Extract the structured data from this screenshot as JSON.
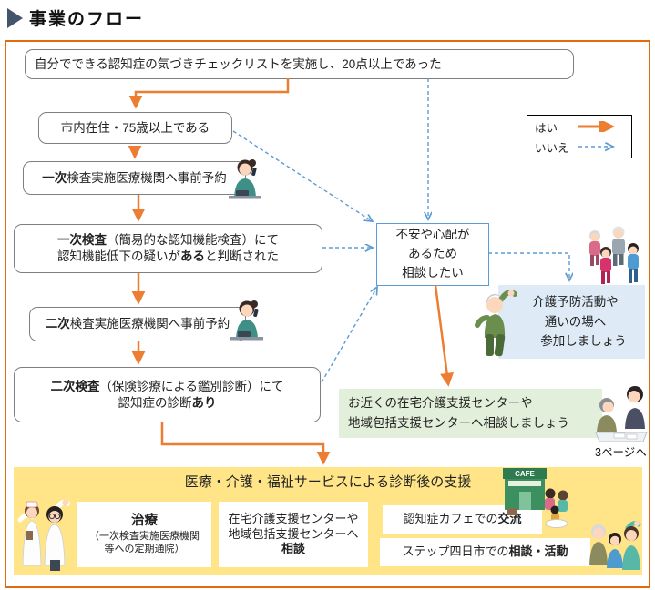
{
  "title": "事業のフロー",
  "legend": {
    "yes_label": "はい",
    "no_label": "いいえ"
  },
  "colors": {
    "accent_orange": "#ED7D31",
    "accent_blue": "#5B9BD5",
    "outer_border": "#E16B0E",
    "box_border": "#7F7F7F",
    "panel_yellow": "#FFE587",
    "panel_green": "#E2EFDA",
    "panel_lightblue": "#DEEBF7",
    "title_marker": "#44546A"
  },
  "flow": {
    "checklist": "自分でできる認知症の気づきチェックリストを実施し、20点以上であった",
    "resident": "市内在住・75歳以上である",
    "reserve1": [
      {
        "text": "一次",
        "bold": true
      },
      {
        "text": "検査実施医療機関へ事前予約",
        "bold": false
      }
    ],
    "exam1_line1": [
      {
        "text": "一次検査",
        "bold": true
      },
      {
        "text": "（簡易的な認知機能検査）にて",
        "bold": false
      }
    ],
    "exam1_line2": [
      {
        "text": "認知機能低下の疑いが",
        "bold": false
      },
      {
        "text": "ある",
        "bold": true
      },
      {
        "text": "と判断された",
        "bold": false
      }
    ],
    "reserve2": [
      {
        "text": "二次",
        "bold": true
      },
      {
        "text": "検査実施医療機関へ事前予約",
        "bold": false
      }
    ],
    "exam2_line1": [
      {
        "text": "二次検査",
        "bold": true
      },
      {
        "text": "（保険診療による鑑別診断）にて",
        "bold": false
      }
    ],
    "exam2_line2": [
      {
        "text": "認知症の診断",
        "bold": false
      },
      {
        "text": "あり",
        "bold": true
      }
    ],
    "consult_lines": [
      "不安や心配が",
      "あるため",
      "相談したい"
    ],
    "kaigo_lines": [
      "介護予防活動や",
      "通いの場へ",
      "参加しましょう"
    ],
    "green_lines": [
      "お近くの在宅介護支援センターや",
      "地域包括支援センターへ相談しましょう"
    ],
    "page_note": "3ページへ"
  },
  "support_panel": {
    "header": "医療・介護・福祉サービスによる診断後の支援",
    "treatment_title": "治療",
    "treatment_sub1": "（一次検査実施医療機関",
    "treatment_sub2": "等への定期通院）",
    "soudan_line1": "在宅介護支援センターや",
    "soudan_line2": "地域包括支援センターへ",
    "soudan_line3": "相談",
    "cafe": [
      {
        "text": "認知症カフェでの",
        "bold": false
      },
      {
        "text": "交流",
        "bold": true
      }
    ],
    "step": [
      {
        "text": "ステップ四日市での",
        "bold": false
      },
      {
        "text": "相談・活動",
        "bold": true
      }
    ],
    "cafe_sign": "CAFE"
  }
}
